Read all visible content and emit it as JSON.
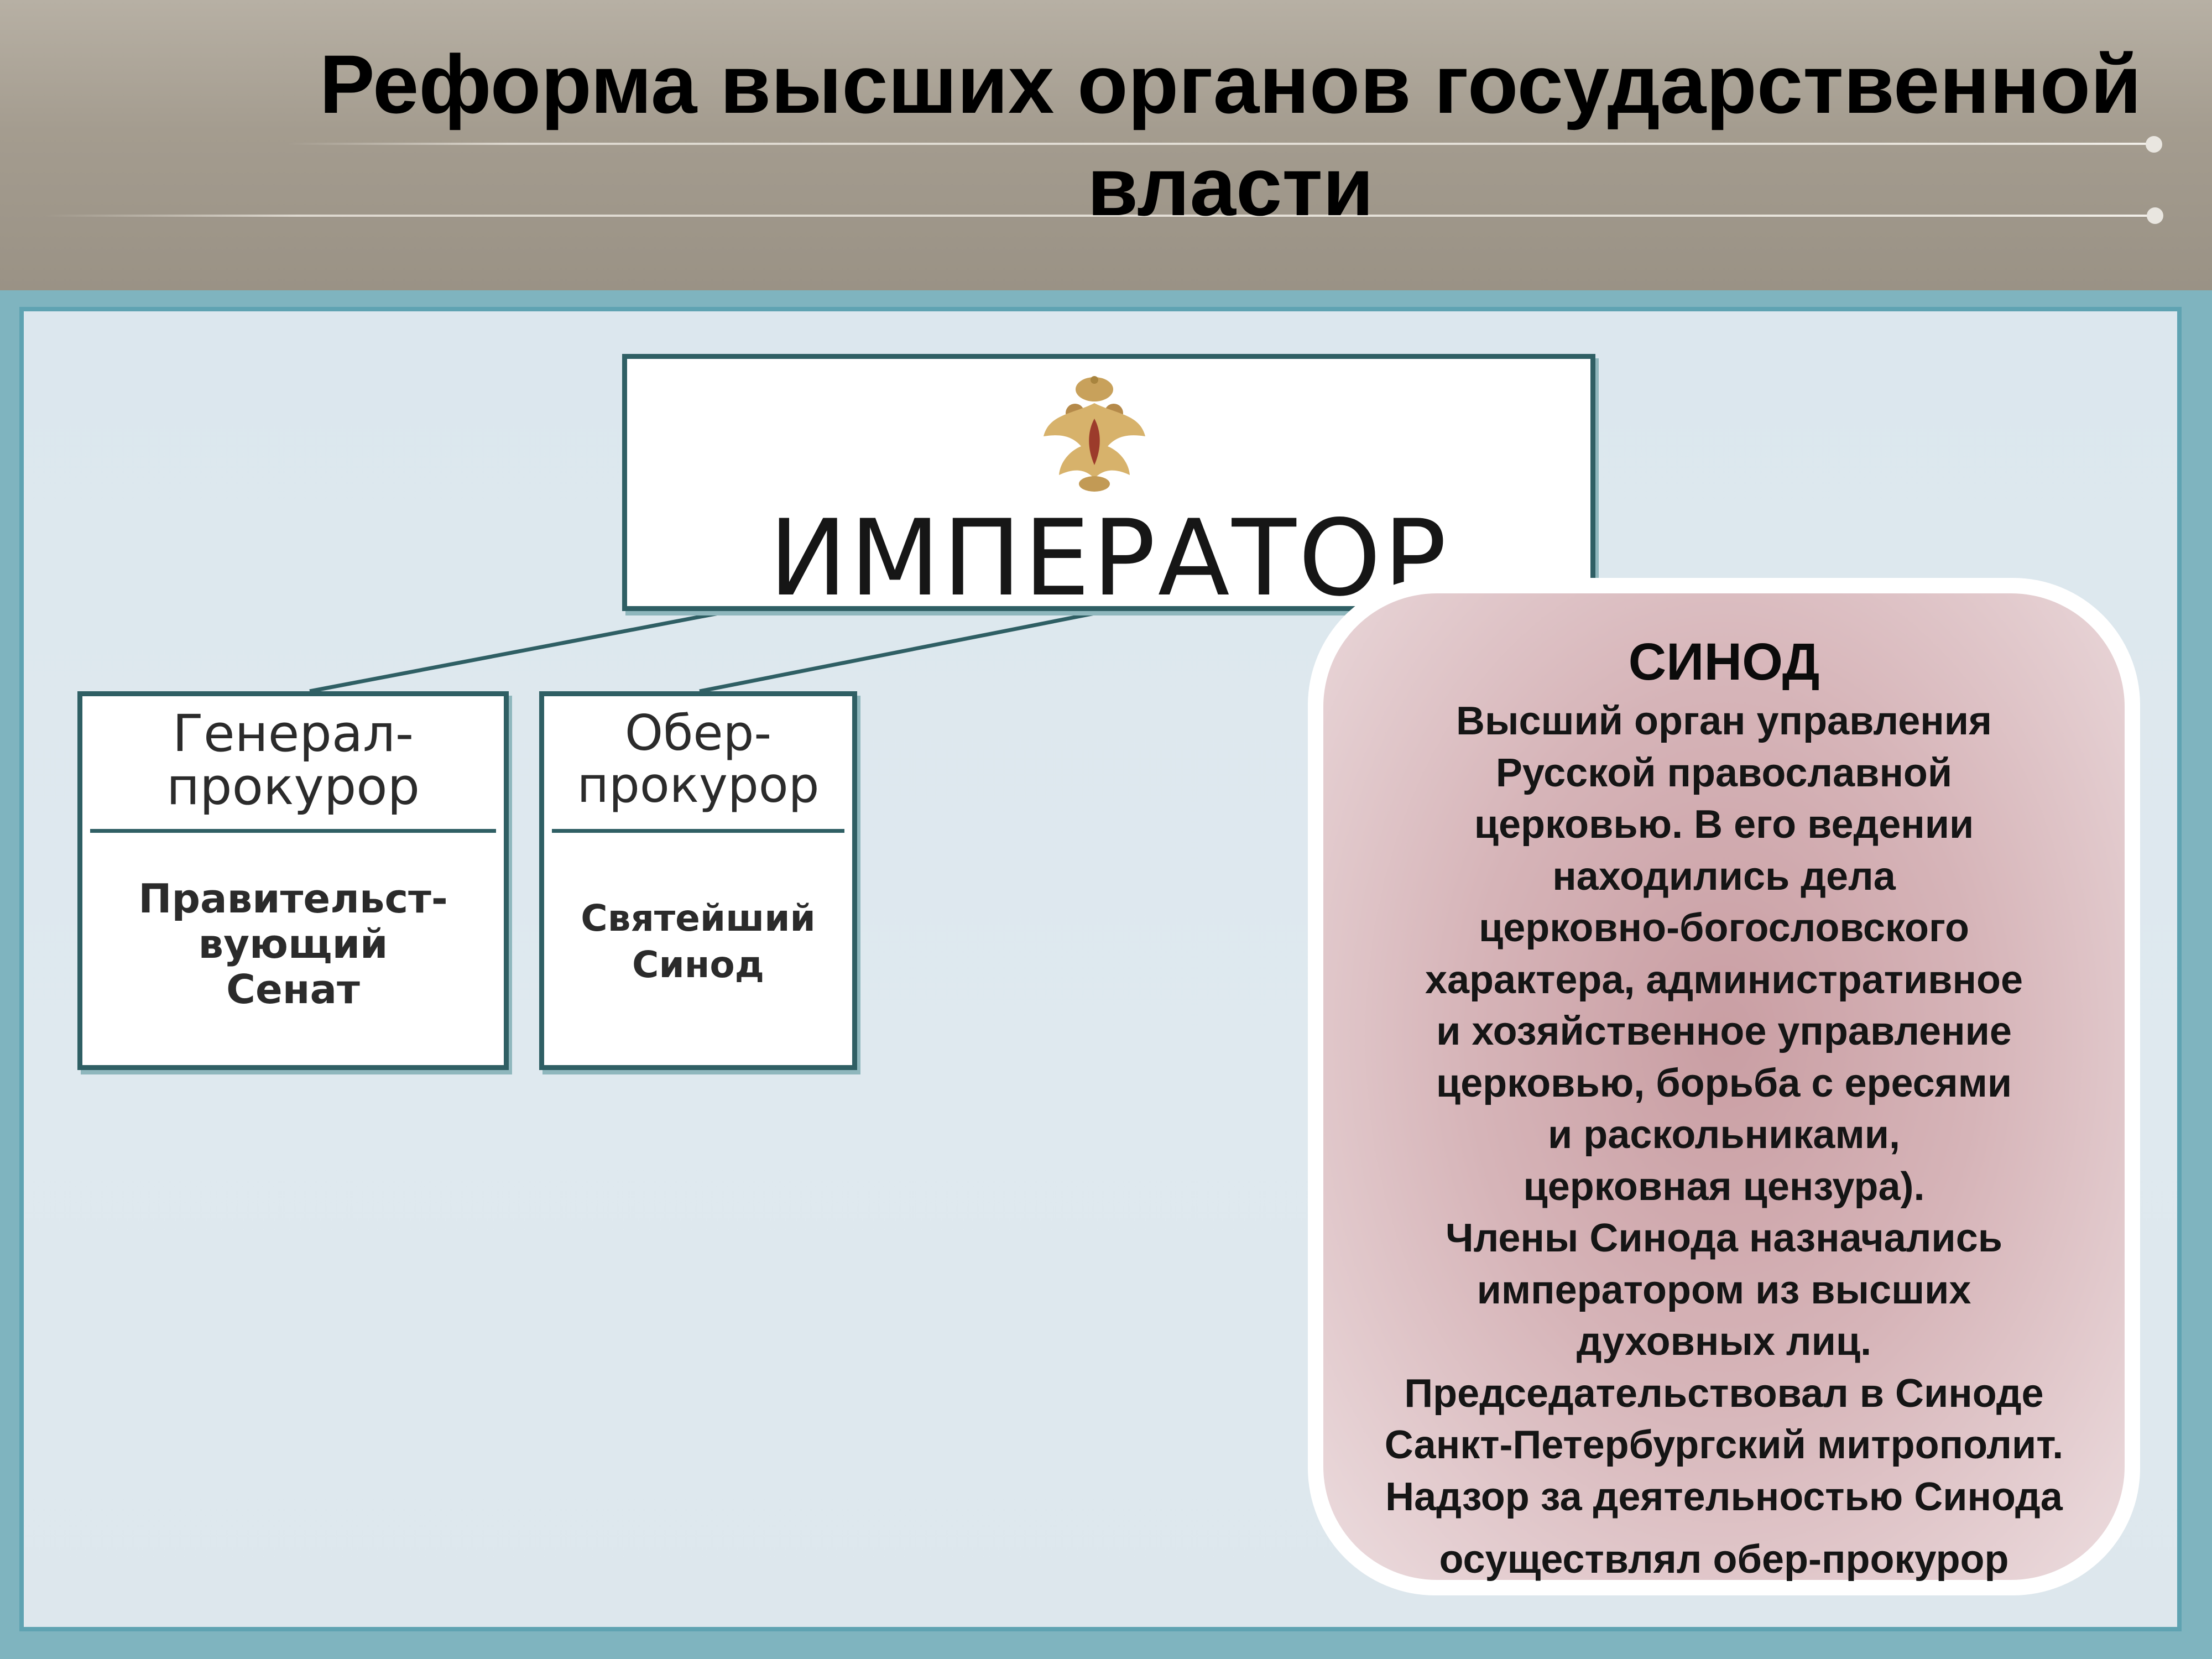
{
  "title": {
    "line1": "Реформа высших органов государственной",
    "line2": "власти"
  },
  "diagram": {
    "emperor": {
      "label": "ИМПЕРАТОР",
      "icon": "double-headed-eagle-icon"
    },
    "general_prosecutor": {
      "title": [
        "Генерал-",
        "прокурор"
      ],
      "body": [
        "Правительст-",
        "вующий",
        "Сенат"
      ]
    },
    "chief_prosecutor": {
      "title": [
        "Обер-",
        "прокурор"
      ],
      "body": [
        "Святейший",
        "Синод"
      ]
    }
  },
  "synod_panel": {
    "heading": "СИНОД",
    "lines": [
      "Высший орган управления",
      "Русской православной",
      "церковью. В его ведении",
      "находились дела",
      "церковно-богословского",
      "характера, административное",
      "и хозяйственное управление",
      "церковью, борьба с ересями",
      "и раскольниками,",
      "церковная цензура).",
      "Члены Синода назначались",
      "императором из высших",
      "духовных лиц.",
      "Председательствовал в Синоде",
      "Санкт-Петербургский митрополит.",
      "Надзор за деятельностью Синода",
      "осуществлял обер-прокурор"
    ]
  },
  "colors": {
    "frame": "#5fa3b2",
    "box_border": "#2f5f64",
    "panel_fill": "#d6b4b8",
    "board_fill": "#dce7ee",
    "header_fill": "#a49c8f"
  }
}
